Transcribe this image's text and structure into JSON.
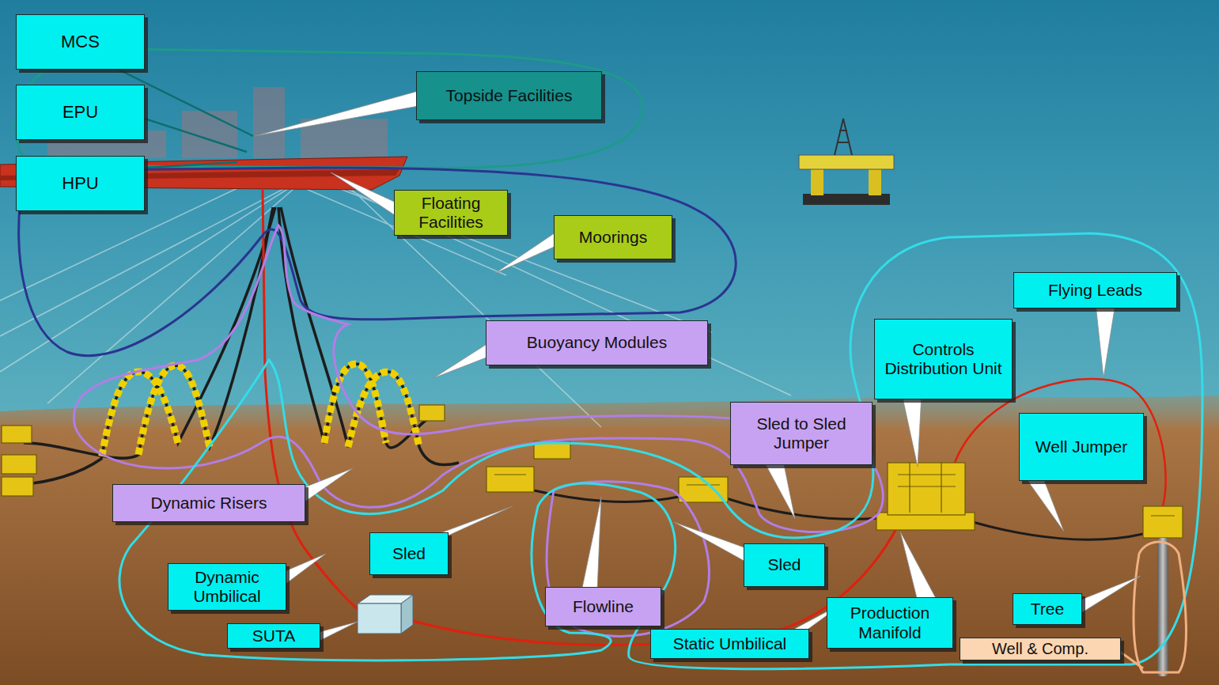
{
  "diagram": {
    "nodes": [
      {
        "text": [
          "MCS"
        ]
      },
      {
        "text": [
          "EPU"
        ]
      },
      {
        "text": [
          "HPU"
        ]
      },
      {
        "text": [
          "Topside Facilities"
        ]
      },
      {
        "text": [
          "Floating Facilities"
        ]
      },
      {
        "text": [
          "Moorings"
        ]
      },
      {
        "text": [
          "Flying Leads"
        ]
      },
      {
        "text": [
          "Controls Distribution Unit"
        ]
      },
      {
        "text": [
          "Buoyancy Modules"
        ]
      },
      {
        "text": [
          "Sled to Sled Jumper"
        ]
      },
      {
        "text": [
          "Well Jumper"
        ]
      },
      {
        "text": [
          "Dynamic Risers"
        ]
      },
      {
        "text": [
          "Sled"
        ]
      },
      {
        "text": [
          "Sled"
        ]
      },
      {
        "text": [
          "Dynamic Umbilical"
        ]
      },
      {
        "text": [
          "Production Manifold"
        ]
      },
      {
        "text": [
          "Tree"
        ]
      },
      {
        "text": [
          "SUTA"
        ]
      },
      {
        "text": [
          "Flowline"
        ]
      },
      {
        "text": [
          "Static Umbilical"
        ]
      },
      {
        "text": [
          "Well & Comp."
        ]
      }
    ]
  }
}
